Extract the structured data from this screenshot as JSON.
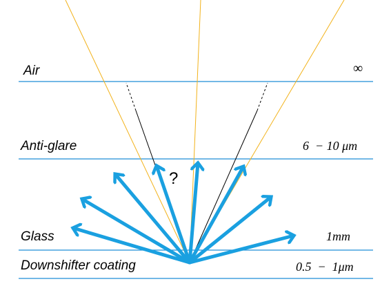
{
  "layers": [
    {
      "name": "Air",
      "thickness": "∞"
    },
    {
      "name": "Anti-glare",
      "thickness": "6  − 10 μm"
    },
    {
      "name": "Glass",
      "thickness": "1mm"
    },
    {
      "name": "Downshifter coating",
      "thickness": "0.5  −  1μm"
    }
  ],
  "question_mark": "?",
  "colors": {
    "interface_line": "#1f8ed6",
    "emission_arrow": "#1aa0e0",
    "escape_ray": "#f2b21a",
    "refracted_ray": "#000000"
  }
}
